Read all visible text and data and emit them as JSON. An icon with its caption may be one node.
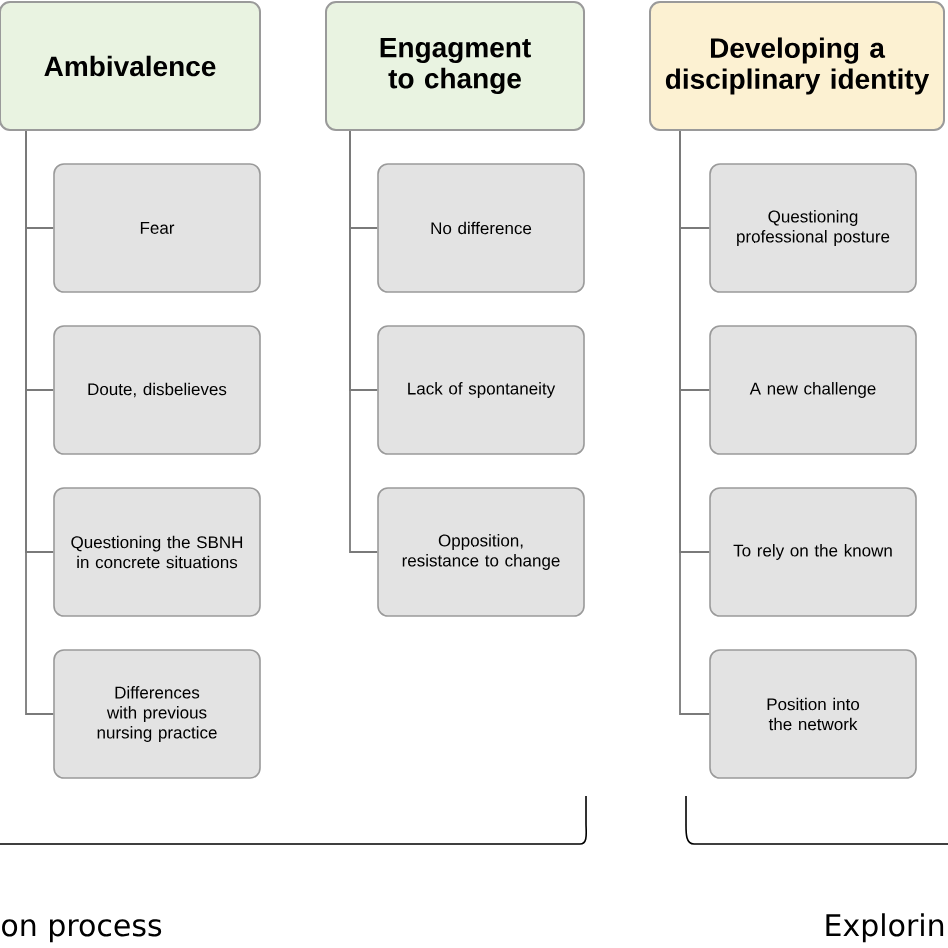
{
  "diagram": {
    "nodes": [
      {
        "text": [
          "Ambivalence"
        ]
      },
      {
        "text": [
          "Fear"
        ]
      },
      {
        "text": [
          "Doute, disbelieves"
        ]
      },
      {
        "text": [
          "Questioning the SBNH in concrete situations"
        ]
      },
      {
        "text": [
          "Differences with previous nursing practice"
        ]
      },
      {
        "text": [
          "Engagment to change"
        ]
      },
      {
        "text": [
          "No difference"
        ]
      },
      {
        "text": [
          "Lack of spontaneity"
        ]
      },
      {
        "text": [
          "Opposition, resistance to change"
        ]
      },
      {
        "text": [
          "Developing a disciplinary identity"
        ]
      },
      {
        "text": [
          "Questioning professional posture"
        ]
      },
      {
        "text": [
          "A new challenge"
        ]
      },
      {
        "text": [
          "To rely on the known"
        ]
      },
      {
        "text": [
          "Position into the network"
        ]
      }
    ],
    "edges": [
      {
        "from": 0,
        "to": 1,
        "arrow": "none"
      },
      {
        "from": 0,
        "to": 2,
        "arrow": "none"
      },
      {
        "from": 0,
        "to": 3,
        "arrow": "none"
      },
      {
        "from": 0,
        "to": 4,
        "arrow": "none"
      },
      {
        "from": 5,
        "to": 6,
        "arrow": "none"
      },
      {
        "from": 5,
        "to": 7,
        "arrow": "none"
      },
      {
        "from": 5,
        "to": 8,
        "arrow": "none"
      },
      {
        "from": 9,
        "to": 10,
        "arrow": "none"
      },
      {
        "from": 9,
        "to": 11,
        "arrow": "none"
      },
      {
        "from": 9,
        "to": 12,
        "arrow": "none"
      },
      {
        "from": 9,
        "to": 13,
        "arrow": "none"
      }
    ],
    "labels": [
      "on process",
      "Explorin"
    ]
  }
}
